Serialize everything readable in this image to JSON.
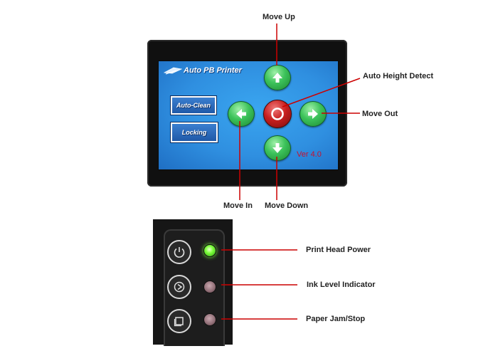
{
  "screen": {
    "title": "Auto PB Printer",
    "version": "Ver 4.0",
    "buttons": {
      "auto_clean": "Auto-Clean",
      "locking": "Locking"
    },
    "controls": [
      {
        "id": "up",
        "icon": "arrow-up-icon"
      },
      {
        "id": "left",
        "icon": "arrow-left-icon"
      },
      {
        "id": "right",
        "icon": "arrow-right-icon"
      },
      {
        "id": "down",
        "icon": "arrow-down-icon"
      },
      {
        "id": "center",
        "icon": "ring-icon"
      }
    ]
  },
  "callouts": {
    "move_up": "Move Up",
    "auto_height_detect": "Auto Height Detect",
    "move_out": "Move Out",
    "move_in": "Move In",
    "move_down": "Move Down"
  },
  "panel": {
    "rows": [
      {
        "button_icon": "power-icon",
        "led": "on",
        "label": "Print Head Power"
      },
      {
        "button_icon": "ink-drop-icon",
        "led": "off",
        "label": "Ink Level Indicator"
      },
      {
        "button_icon": "paper-icon",
        "led": "off",
        "label": "Paper Jam/Stop"
      }
    ]
  },
  "colors": {
    "callout_line": "#cc0000",
    "screen_blue": "#2f8fe0",
    "button_green": "#3cc25a",
    "button_red": "#c81f1f",
    "led_green": "#7cff3a"
  }
}
